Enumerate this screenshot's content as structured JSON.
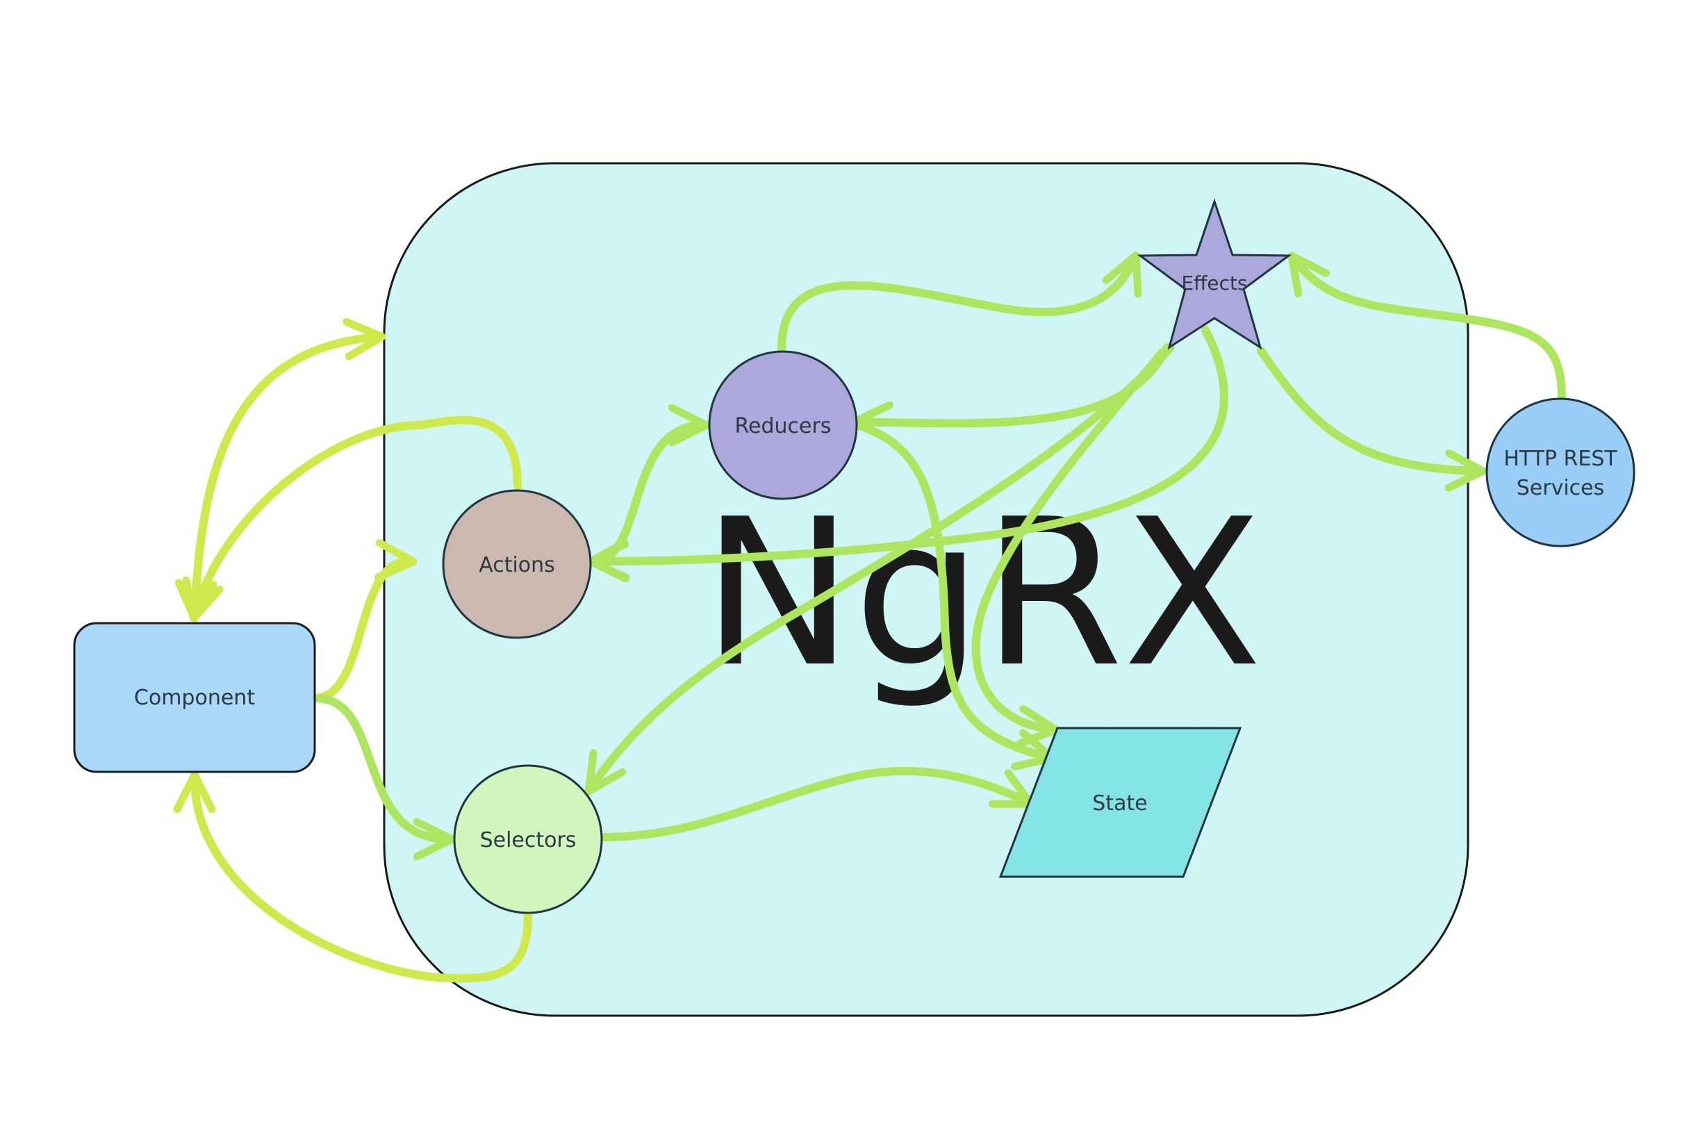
{
  "diagram": {
    "title": "NgRX",
    "nodes": {
      "component": "Component",
      "actions": "Actions",
      "reducers": "Reducers",
      "effects": "Effects",
      "selectors": "Selectors",
      "state": "State",
      "http_line1": "HTTP REST",
      "http_line2": "Services"
    }
  },
  "colors": {
    "container_fill": "#cff5f4",
    "component_fill": "#aad8f8",
    "actions_fill": "#cbb8ae",
    "reducers_fill": "#ada8dc",
    "effects_fill": "#ada8dc",
    "selectors_fill": "#d2f4bd",
    "state_fill": "#84e3e5",
    "http_fill": "#99cdf5",
    "arrow_outer": "#cfe84a",
    "arrow_inner": "#aee55e",
    "outline": "#1a1a1a"
  }
}
